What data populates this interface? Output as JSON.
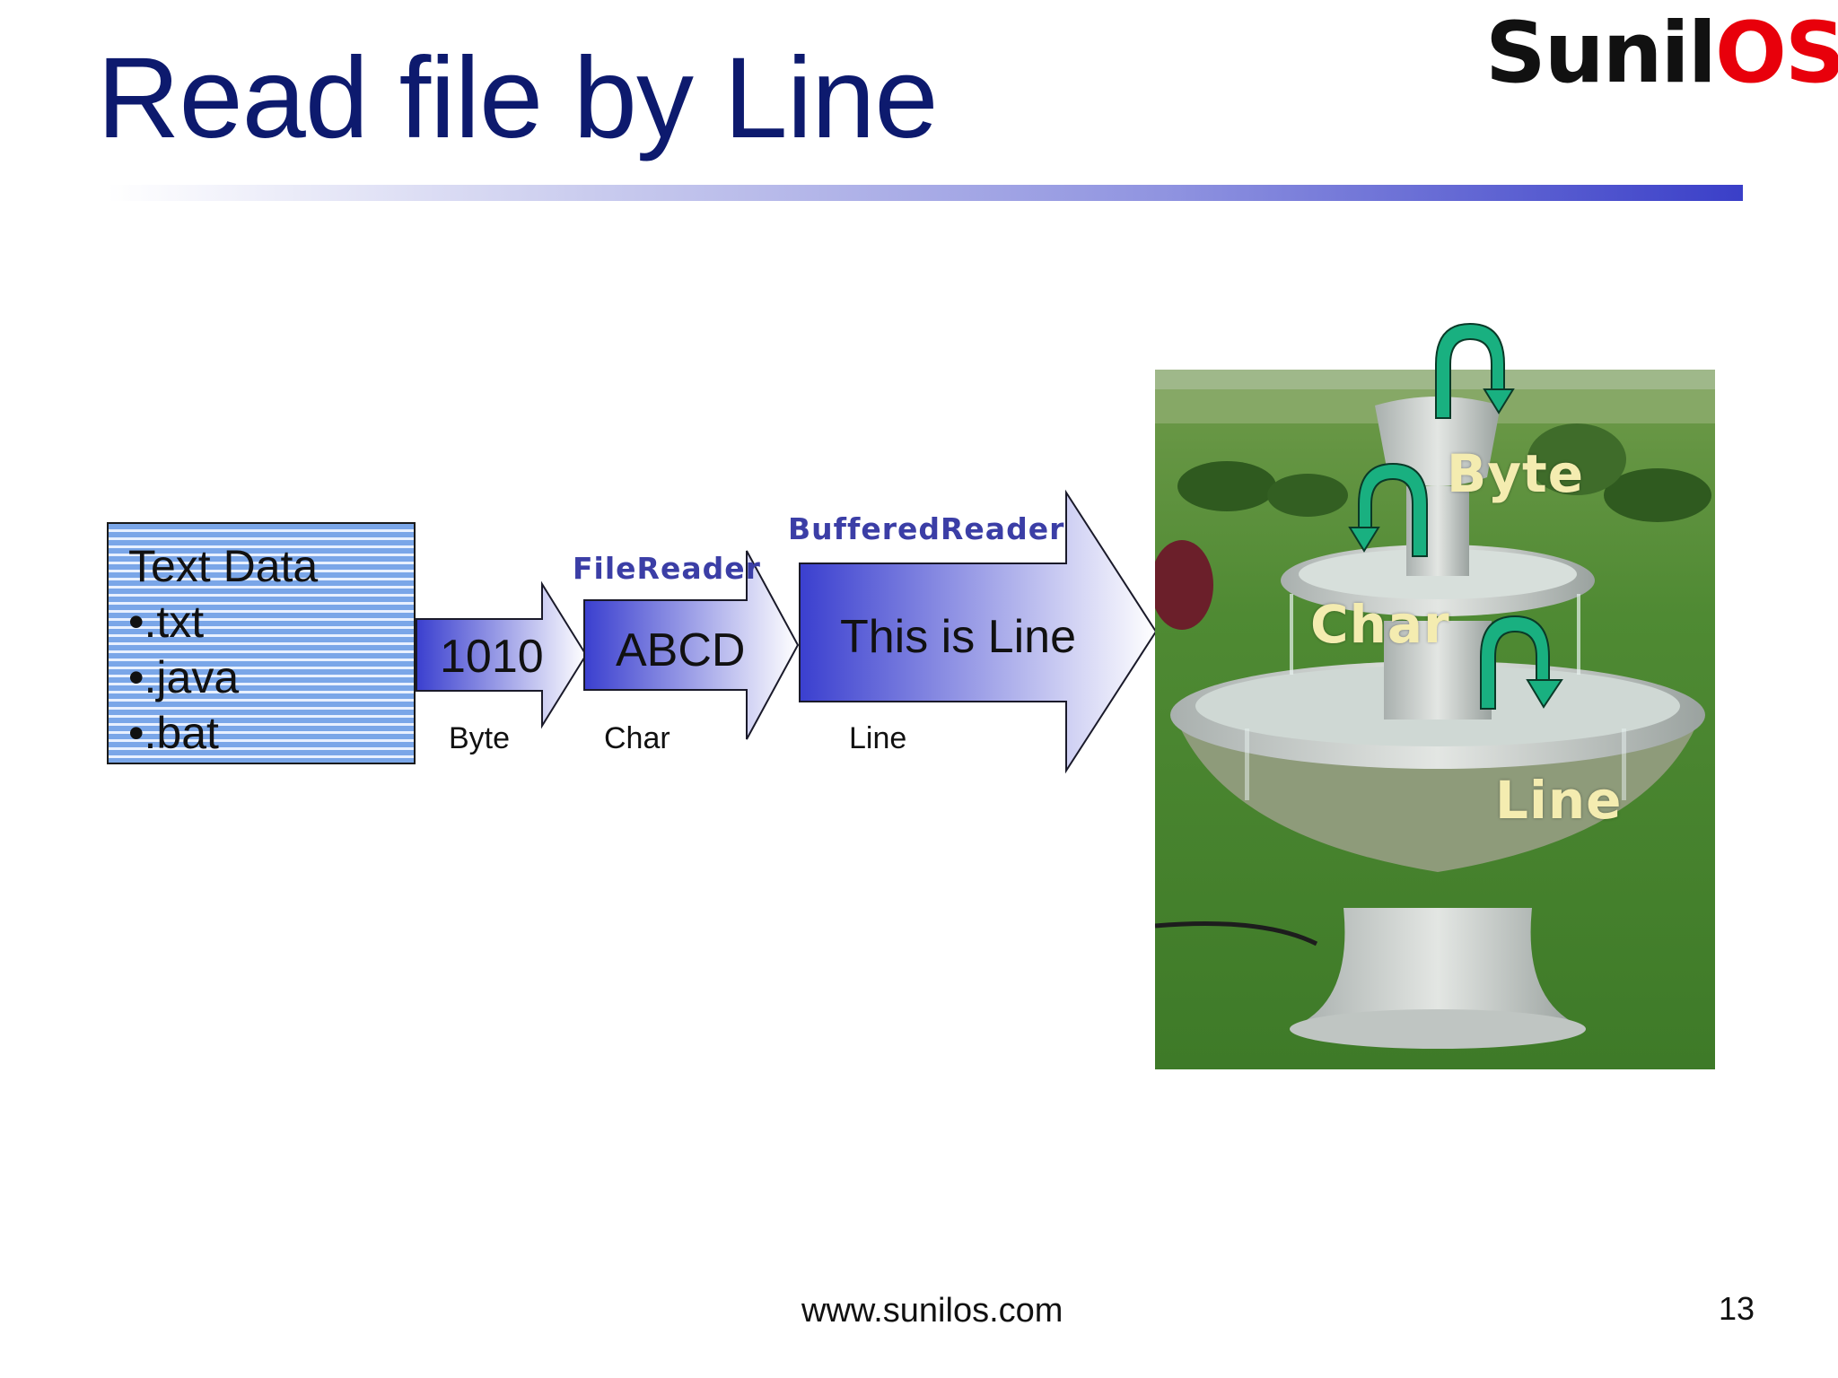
{
  "slide": {
    "title": "Read file by Line",
    "logo_part1": "Sunil",
    "logo_part2": "OS",
    "footer_url": "www.sunilos.com",
    "page_number": "13"
  },
  "text_data_box": {
    "lines": [
      "Text Data",
      "•.txt",
      "•.java",
      "•.bat"
    ]
  },
  "stream_stages": [
    {
      "content": "1010",
      "unit": "Byte",
      "class_name": ""
    },
    {
      "content": "ABCD",
      "unit": "Char",
      "class_name": "FileReader"
    },
    {
      "content": "This is Line",
      "unit": "Line",
      "class_name": "BufferedReader"
    }
  ],
  "fountain_labels": [
    "Byte",
    "Char",
    "Line"
  ],
  "colors": {
    "title": "#0d1a6e",
    "logo_dark": "#111111",
    "logo_red": "#e8000b",
    "arrow_dark": "#3a3fcf",
    "arrow_light": "#ffffff",
    "class_label": "#3b3ea6",
    "photo_label": "#f4ecb0",
    "curl_arrow": "#19b080"
  },
  "icons": {
    "curl_arrows": "u-turn-arrow-icon"
  }
}
